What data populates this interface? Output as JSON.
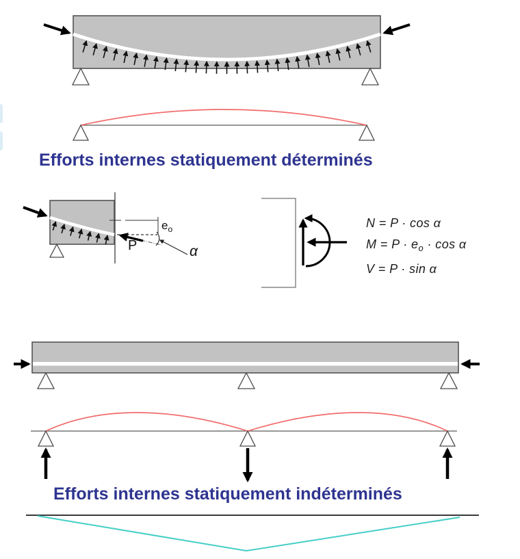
{
  "slide": {
    "title_determinate": "Efforts internes statiquement déterminés",
    "title_indeterminate": "Efforts internes statiquement indéterminés"
  },
  "section_figure": {
    "force_label": "P",
    "eccentricity_label": "e",
    "eccentricity_subscript": "o",
    "angle_label": "α"
  },
  "equations": {
    "normal_force": "N = P · cos α",
    "moment_prefix": "M = P · e",
    "moment_subscript": "o",
    "moment_suffix": " · cos α",
    "shear_force": "V = P · sin α"
  },
  "colors": {
    "title_navy": "#2e3490",
    "beam_gray": "#c2c2c2",
    "moment_curve_red": "#f26c6c",
    "secondary_moment_cyan": "#45cdc8",
    "tendon_white": "#ffffff"
  }
}
